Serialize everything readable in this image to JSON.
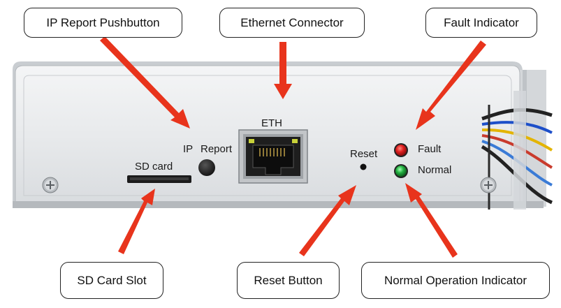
{
  "callouts": {
    "ip_report_pushbutton": "IP Report Pushbutton",
    "ethernet_connector": "Ethernet Connector",
    "fault_indicator": "Fault Indicator",
    "sd_card_slot": "SD Card Slot",
    "reset_button": "Reset Button",
    "normal_operation_indicator": "Normal Operation Indicator"
  },
  "panel": {
    "sd_label": "SD card",
    "ip_label": "IP",
    "report_label": "Report",
    "eth_label": "ETH",
    "reset_label": "Reset",
    "fault_label": "Fault",
    "normal_label": "Normal"
  },
  "colors": {
    "arrow": "#e8341c",
    "fault_led": "#d81e1e",
    "normal_led": "#1faa3a",
    "panel": "#eceef0"
  }
}
